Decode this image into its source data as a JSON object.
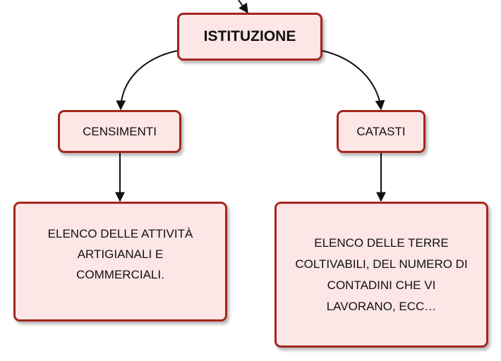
{
  "diagram": {
    "root": {
      "label": "ISTITUZIONE"
    },
    "branches": [
      {
        "label": "CENSIMENTI",
        "detail_lines": [
          "ELENCO DELLE ATTIVITÀ",
          "ARTIGIANALI E",
          "COMMERCIALI."
        ]
      },
      {
        "label": "CATASTI",
        "detail_lines": [
          "ELENCO DELLE TERRE",
          "COLTIVABILI, DEL NUMERO DI",
          "CONTADINI CHE VI",
          "LAVORANO, ECC…"
        ]
      }
    ],
    "colors": {
      "node_fill": "#fde6e6",
      "node_border": "#a5261c",
      "connector": "#111111"
    }
  }
}
